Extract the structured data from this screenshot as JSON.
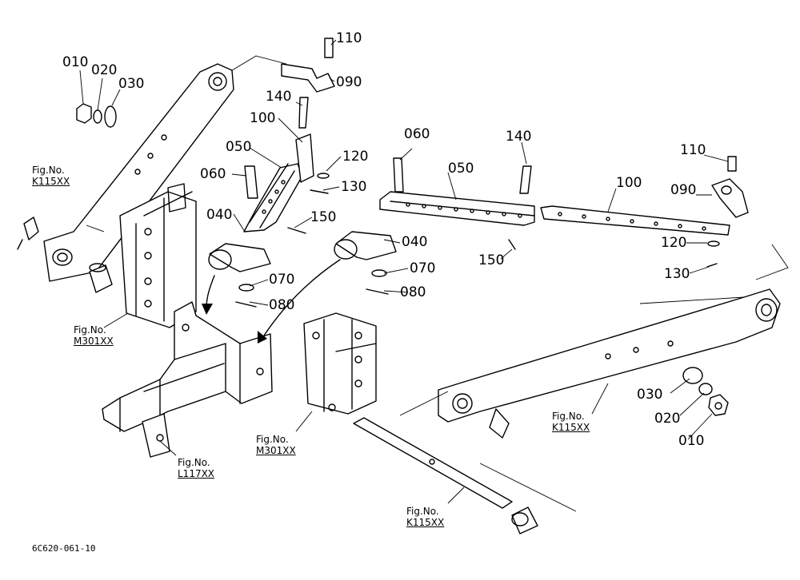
{
  "drawing_code": "6C620-061-10",
  "part_labels": {
    "p010_left": "010",
    "p020_left": "020",
    "p030_left": "030",
    "p110_top": "110",
    "p090_top": "090",
    "p140_left": "140",
    "p100_left": "100",
    "p050_left": "050",
    "p120_left": "120",
    "p060_left": "060",
    "p130_left": "130",
    "p040_left": "040",
    "p150_left": "150",
    "p070_left": "070",
    "p080_left": "080",
    "p060_right": "060",
    "p140_right": "140",
    "p050_right": "050",
    "p110_right": "110",
    "p100_right": "100",
    "p090_right": "090",
    "p120_right": "120",
    "p130_right": "130",
    "p150_right": "150",
    "p040_right": "040",
    "p070_right": "070",
    "p080_right": "080",
    "p030_right": "030",
    "p020_right": "020",
    "p010_right": "010"
  },
  "figure_refs": {
    "k115_a": {
      "prefix": "Fig.No.",
      "ref": "K115XX"
    },
    "m301_a": {
      "prefix": "Fig.No.",
      "ref": "M301XX"
    },
    "m301_b": {
      "prefix": "Fig.No.",
      "ref": "M301XX"
    },
    "l117": {
      "prefix": "Fig.No.",
      "ref": "L117XX"
    },
    "k115_b": {
      "prefix": "Fig.No.",
      "ref": "K115XX"
    },
    "k115_c": {
      "prefix": "Fig.No.",
      "ref": "K115XX"
    }
  }
}
